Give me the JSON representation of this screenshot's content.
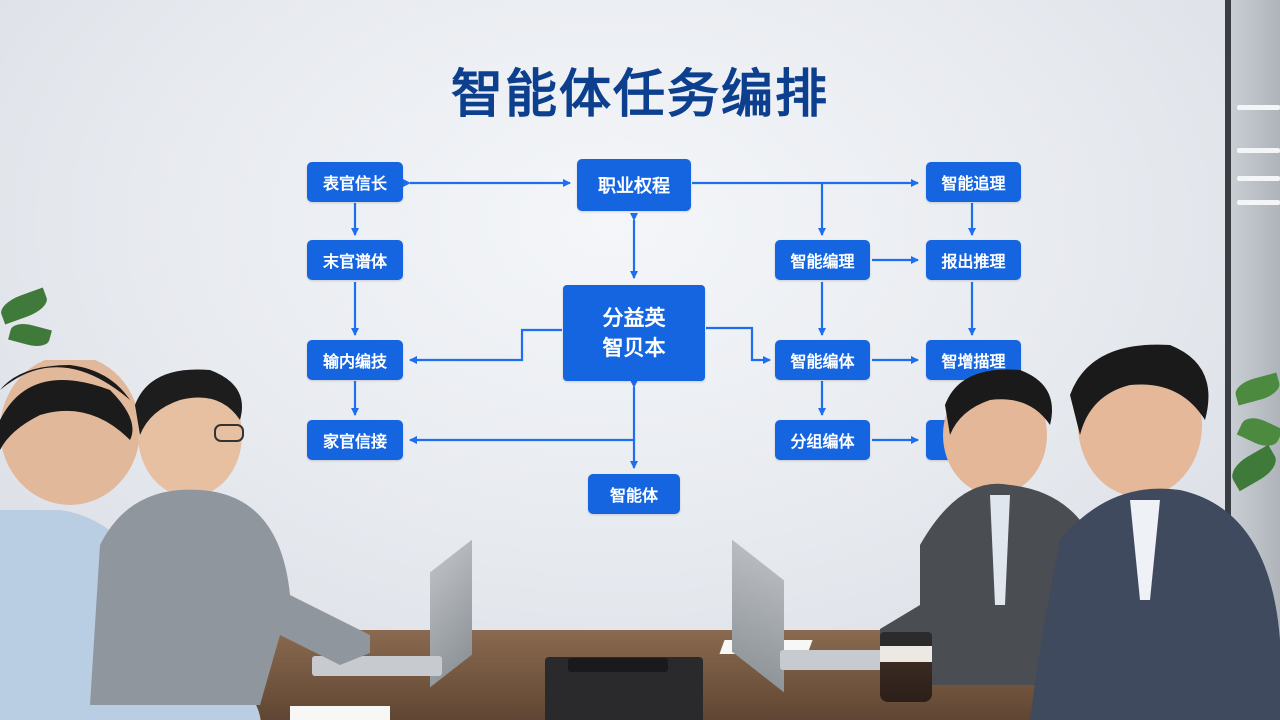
{
  "board": {
    "title": "智能体任务编排",
    "nodes": {
      "n1": "表官信长",
      "n2": "末官谱体",
      "n3": "输内编技",
      "n4": "家官信接",
      "top_center": "职业权程",
      "center_line1": "分益英",
      "center_line2": "智贝本",
      "bottom_center": "智能体",
      "r1": "智能编理",
      "r2": "智能编体",
      "r3": "分组编体",
      "far1": "智能追理",
      "far2": "报出推理",
      "far3": "智增描理"
    }
  },
  "colors": {
    "title": "#0d3f8f",
    "node_fill": "#1565e0",
    "arrow": "#1e6ff0"
  }
}
